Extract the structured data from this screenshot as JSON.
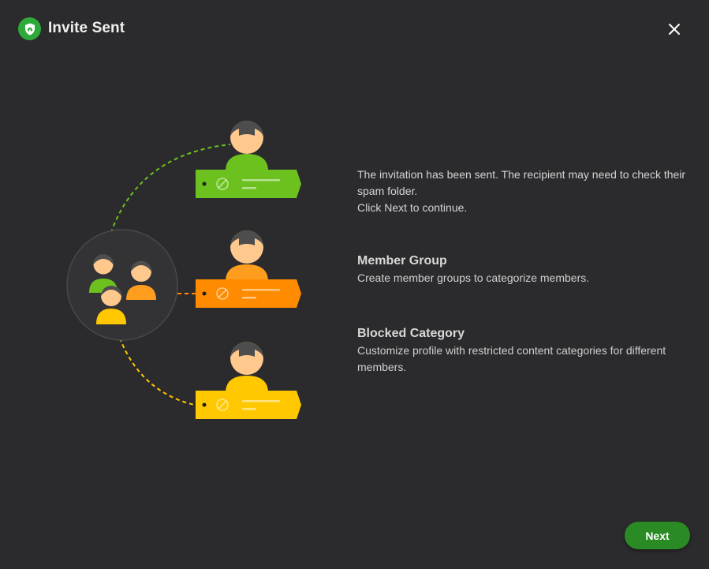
{
  "header": {
    "title": "Invite Sent",
    "logo_icon": "shield-icon",
    "close_icon": "close-icon"
  },
  "illustration": {
    "colors": {
      "green": "#6cc11f",
      "orange": "#ff8c00",
      "yellow": "#ffc800"
    },
    "icons": [
      "family-group-icon",
      "member-profile-icon",
      "blocked-icon"
    ]
  },
  "content": {
    "intro": {
      "line1": "The invitation has been sent. The recipient may need to check their",
      "line2": "spam folder.",
      "line3": "Click Next to continue."
    },
    "member_group": {
      "heading": "Member Group",
      "text": "Create member groups to categorize members."
    },
    "blocked_category": {
      "heading": "Blocked Category",
      "line1": "Customize profile with restricted content categories for different",
      "line2": "members."
    }
  },
  "footer": {
    "next_label": "Next"
  },
  "colors": {
    "accent": "#2a8a24",
    "background": "#2b2b2d",
    "logo": "#2eaa3a"
  }
}
